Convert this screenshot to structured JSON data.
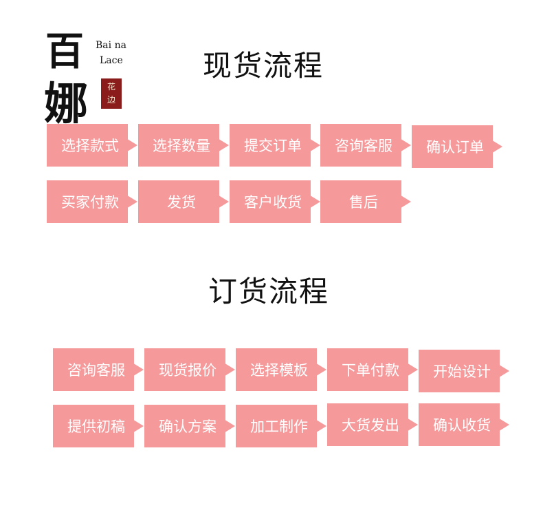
{
  "logo": {
    "char1": "百",
    "char2": "娜",
    "latin_line1": "Bai na",
    "latin_line2": "Lace",
    "seal_char1": "花",
    "seal_char2": "边"
  },
  "spot_process": {
    "title": "现货流程",
    "steps": [
      "选择款式",
      "选择数量",
      "提交订单",
      "咨询客服",
      "确认订单",
      "买家付款",
      "发货",
      "客户收货",
      "售后"
    ]
  },
  "order_process": {
    "title": "订货流程",
    "steps": [
      "咨询客服",
      "现货报价",
      "选择模板",
      "下单付款",
      "开始设计",
      "提供初稿",
      "确认方案",
      "加工制作",
      "大货发出",
      "确认收货"
    ]
  },
  "colors": {
    "step_fill": "#f5999b",
    "step_text": "#ffffff",
    "seal": "#8a1c1c"
  }
}
